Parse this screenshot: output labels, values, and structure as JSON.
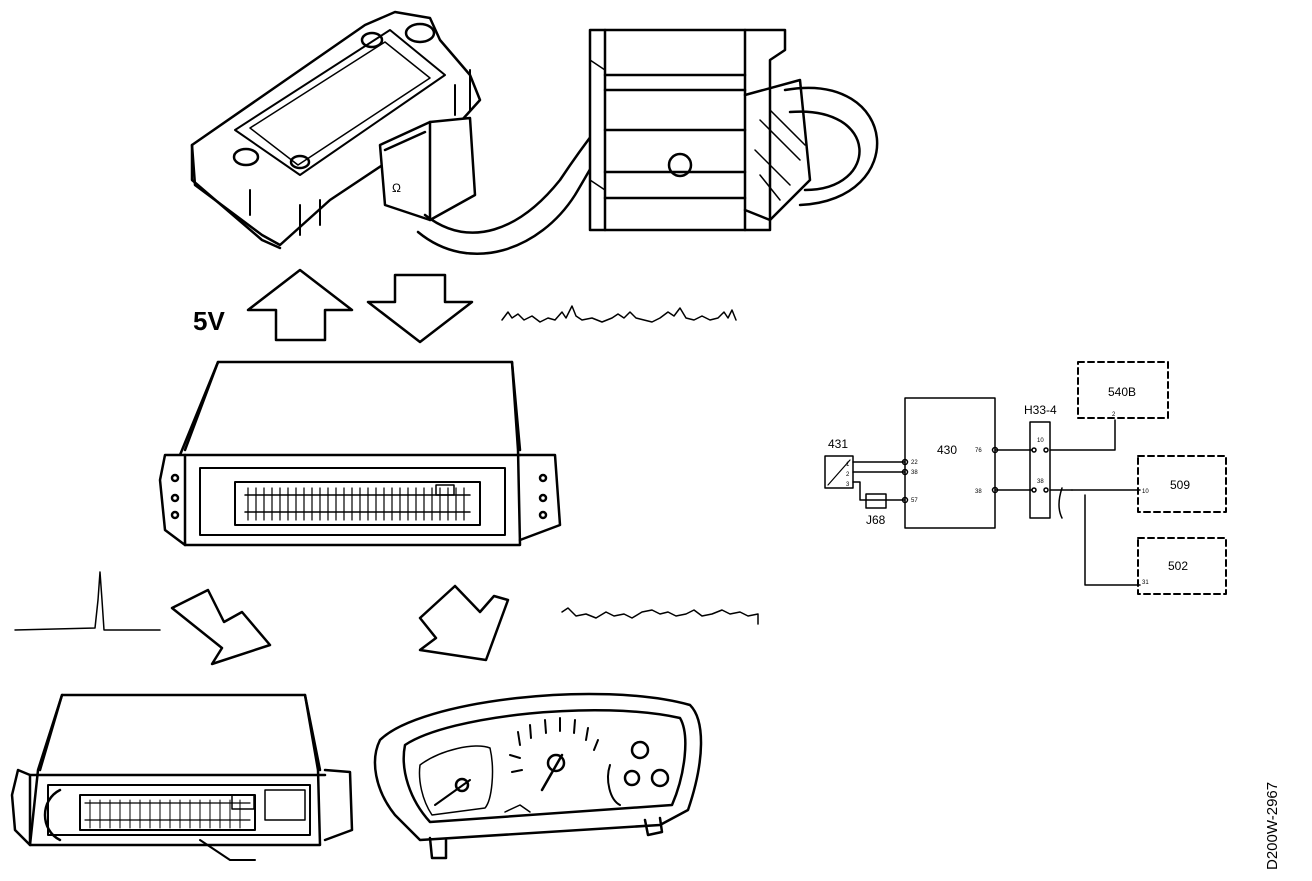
{
  "labels": {
    "voltage": "5V",
    "ref_code": "D200W-2967"
  },
  "schematic": {
    "comp_431": "431",
    "comp_430": "430",
    "comp_h33": "H33-4",
    "comp_540b": "540B",
    "comp_509": "509",
    "comp_502": "502",
    "comp_j68": "J68",
    "pin_431_a": "1",
    "pin_431_b": "2",
    "pin_431_c": "3",
    "pin_430_a": "22",
    "pin_430_b": "38",
    "pin_430_c": "57",
    "pin_430_d": "76",
    "pin_430_e": "38",
    "pin_h33_a": "10",
    "pin_h33_b": "38",
    "pin_540b": "2",
    "pin_509": "10",
    "pin_502": "31"
  },
  "colors": {
    "ink": "#000000",
    "background": "#ffffff"
  }
}
